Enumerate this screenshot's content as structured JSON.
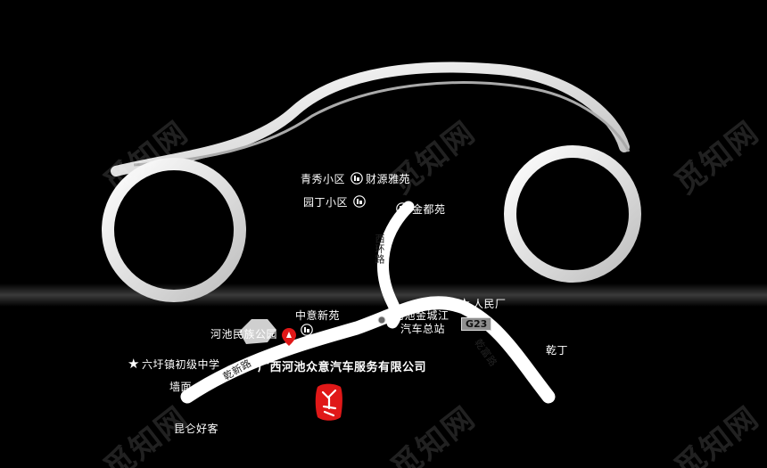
{
  "map": {
    "company": "广西河池众意汽车服务有限公司",
    "roads": {
      "xihuan": "西环路",
      "qianfu": "乾富路",
      "tunhe": "乾新路"
    },
    "road_badge": "G23",
    "landmarks": {
      "qingxiu": "青秀小区",
      "caiyuan": "财源雅苑",
      "yuanding": "园丁小区",
      "jindu": "金都苑",
      "renmin": "人民厂",
      "hechi_park": "河池民族公园",
      "zhongyi": "中意新苑",
      "bus_station_line1": "河池金城江",
      "bus_station_line2": "汽车总站",
      "school": "六圩镇初级中学",
      "qianding": "乾丁",
      "qiangmian": "墙面",
      "kunlun": "昆仑好客"
    },
    "logo_text": "众意",
    "watermark": "觅知网"
  },
  "colors": {
    "background": "#000000",
    "road": "#ffffff",
    "pin": "#e01818"
  }
}
